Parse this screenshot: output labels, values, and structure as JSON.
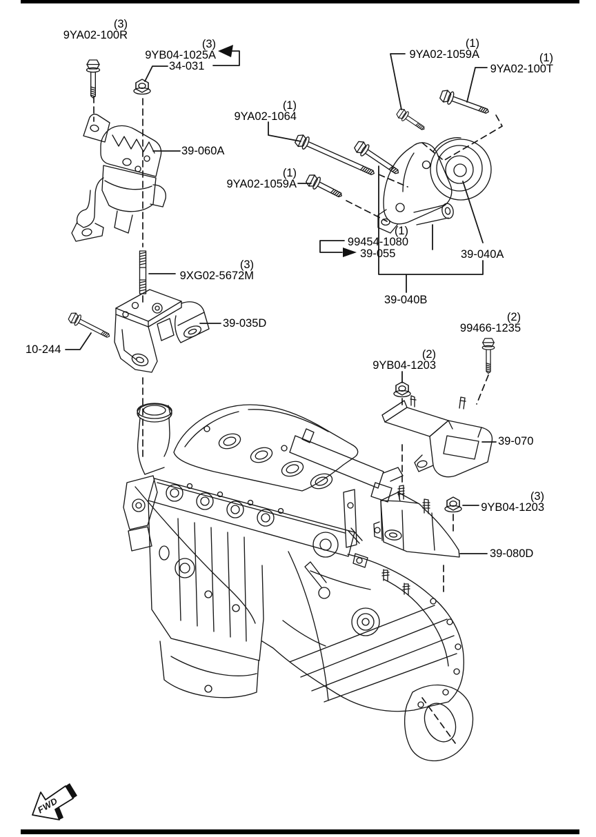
{
  "page": {
    "background": "#ffffff",
    "line_color": "#161616",
    "frame_color": "#000000"
  },
  "fwd_marker": {
    "label": "FWD"
  },
  "callouts": [
    {
      "key": "9YA02-100R",
      "qty": "(3)",
      "part": "9YA02-100R"
    },
    {
      "key": "9YB04-1025A",
      "qty": "(3)",
      "part": "9YB04-1025A"
    },
    {
      "key": "34-031",
      "qty": "",
      "part": "34-031"
    },
    {
      "key": "39-060A",
      "qty": "",
      "part": "39-060A"
    },
    {
      "key": "9YA02-1064",
      "qty": "(1)",
      "part": "9YA02-1064"
    },
    {
      "key": "9YA02-1059A-left",
      "qty": "(1)",
      "part": "9YA02-1059A"
    },
    {
      "key": "9YA02-1059A-right",
      "qty": "(1)",
      "part": "9YA02-1059A"
    },
    {
      "key": "9YA02-100T",
      "qty": "(1)",
      "part": "9YA02-100T"
    },
    {
      "key": "99454-1080",
      "qty": "(1)",
      "part": "99454-1080"
    },
    {
      "key": "39-055",
      "qty": "",
      "part": "39-055"
    },
    {
      "key": "39-040A",
      "qty": "",
      "part": "39-040A"
    },
    {
      "key": "39-040B",
      "qty": "",
      "part": "39-040B"
    },
    {
      "key": "9XG02-5672M",
      "qty": "(3)",
      "part": "9XG02-5672M"
    },
    {
      "key": "39-035D",
      "qty": "",
      "part": "39-035D"
    },
    {
      "key": "10-244",
      "qty": "",
      "part": "10-244"
    },
    {
      "key": "99466-1235",
      "qty": "(2)",
      "part": "99466-1235"
    },
    {
      "key": "9YB04-1203-x2",
      "qty": "(2)",
      "part": "9YB04-1203"
    },
    {
      "key": "39-070",
      "qty": "",
      "part": "39-070"
    },
    {
      "key": "9YB04-1203-x3",
      "qty": "(3)",
      "part": "9YB04-1203"
    },
    {
      "key": "39-080D",
      "qty": "",
      "part": "39-080D"
    }
  ]
}
